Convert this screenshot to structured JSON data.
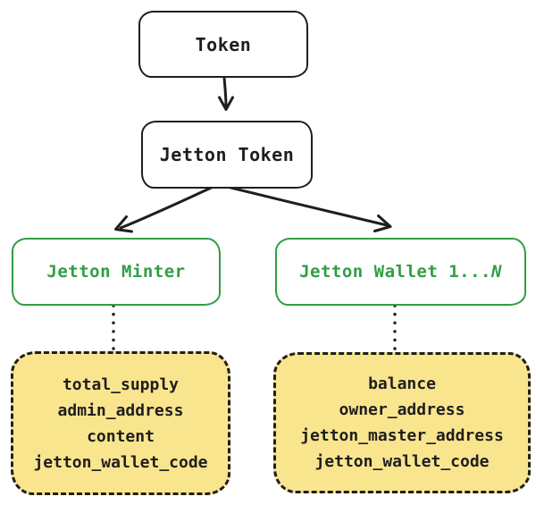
{
  "diagram": {
    "type": "hierarchy",
    "nodes": {
      "token": {
        "label": "Token",
        "style": "black-outline"
      },
      "jetton_token": {
        "label": "Jetton Token",
        "style": "black-outline"
      },
      "jetton_minter": {
        "label": "Jetton Minter",
        "style": "green-outline"
      },
      "jetton_wallet": {
        "label_prefix": "Jetton Wallet 1...",
        "label_suffix": "N",
        "style": "green-outline"
      },
      "minter_attributes": {
        "style": "yellow-dashed",
        "lines": [
          "total_supply",
          "admin_address",
          "content",
          "jetton_wallet_code"
        ]
      },
      "wallet_attributes": {
        "style": "yellow-dashed",
        "lines": [
          "balance",
          "owner_address",
          "jetton_master_address",
          "jetton_wallet_code"
        ]
      }
    },
    "connectors": [
      {
        "from": "token",
        "to": "jetton_token",
        "style": "solid-arrow"
      },
      {
        "from": "jetton_token",
        "to": "jetton_minter",
        "style": "solid-arrow"
      },
      {
        "from": "jetton_token",
        "to": "jetton_wallet",
        "style": "solid-arrow"
      },
      {
        "from": "jetton_minter",
        "to": "minter_attributes",
        "style": "dotted-line"
      },
      {
        "from": "jetton_wallet",
        "to": "wallet_attributes",
        "style": "dotted-line"
      }
    ],
    "colors": {
      "node_stroke": "#1e1e1e",
      "highlight_green": "#2f9e44",
      "attribute_fill": "#fae58f",
      "attribute_stroke": "#1e1e1e",
      "background": "#ffffff"
    }
  }
}
